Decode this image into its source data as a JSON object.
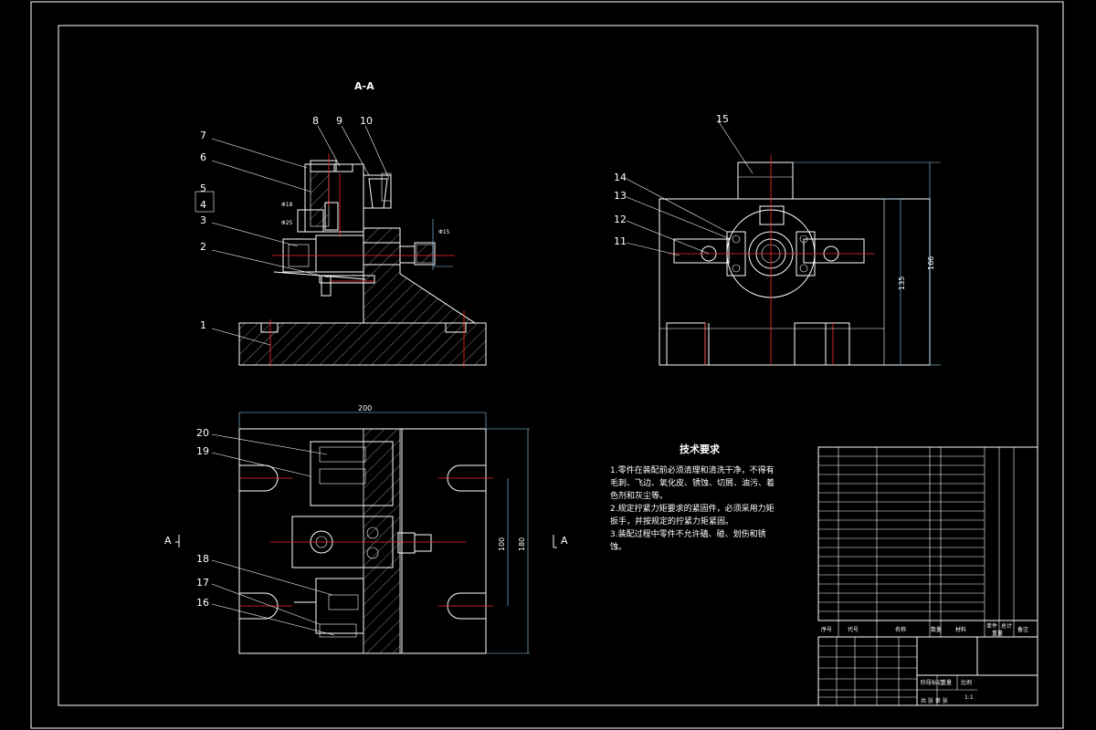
{
  "view_labels": {
    "section_aa": "A-A",
    "arrow_a_left": "A",
    "arrow_a_right": "A"
  },
  "part_numbers_section": [
    "1",
    "2",
    "3",
    "4",
    "5",
    "6",
    "7",
    "8",
    "9",
    "10"
  ],
  "part_numbers_front": [
    "11",
    "12",
    "13",
    "14",
    "15"
  ],
  "part_numbers_top": [
    "16",
    "17",
    "18",
    "19",
    "20"
  ],
  "dimensions": {
    "width_200": "200",
    "height_166": "166",
    "height_135": "135",
    "height_180": "180",
    "height_100": "100",
    "phi_18": "Φ18",
    "phi_25": "Φ25",
    "phi_15": "Φ15"
  },
  "tech_requirements": {
    "title": "技术要求",
    "lines": [
      "1.零件在装配前必须清理和清洗干净，不得有",
      "毛刺、飞边、氧化皮、锈蚀、切屑、油污、着",
      "色剂和灰尘等。",
      "2.规定拧紧力矩要求的紧固件，必须采用力矩",
      "扳手，并按规定的拧紧力矩紧固。",
      "3.装配过程中零件不允许磕、碰、划伤和锈",
      "蚀。"
    ]
  },
  "bom_header": {
    "col1": "序号",
    "col2": "代号",
    "col3": "名称",
    "col4": "数量",
    "col5": "材料",
    "col6": "单件",
    "col7": "总计",
    "col8": "重量",
    "col9": "备注"
  },
  "title_block": {
    "scale": "1:1",
    "weight_label": "重量",
    "scale_label": "比例",
    "sheet_label": "共  张  第  张",
    "stage_label": "阶段标记"
  },
  "colors": {
    "background": "#000000",
    "outline": "#ffffff",
    "centerline": "#ff2a2a",
    "leader": "#ffffff"
  }
}
